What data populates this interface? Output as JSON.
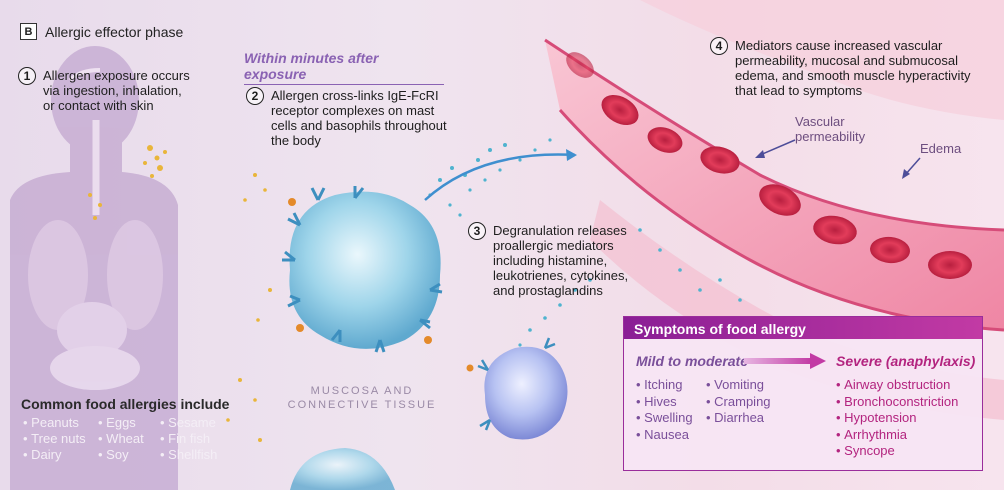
{
  "header": {
    "badge": "B",
    "title": "Allergic effector phase"
  },
  "within_minutes": "Within minutes after exposure",
  "steps": [
    {
      "num": "1",
      "lines": [
        "Allergen exposure occurs",
        "via ingestion, inhalation,",
        "or contact with skin"
      ]
    },
    {
      "num": "2",
      "lines": [
        "Allergen cross-links IgE-FcRI",
        "receptor complexes on mast",
        "cells and basophils throughout",
        "the body"
      ]
    },
    {
      "num": "3",
      "lines": [
        "Degranulation releases",
        "proallergic mediators",
        "including histamine,",
        "leukotrienes, cytokines,",
        "and prostaglandins"
      ]
    },
    {
      "num": "4",
      "lines": [
        "Mediators cause increased vascular",
        "permeability, mucosal and submucosal",
        "edema, and smooth muscle hyperactivity",
        "that lead to symptoms"
      ]
    }
  ],
  "tissue_label": [
    "MUSCOSA AND",
    "CONNECTIVE TISSUE"
  ],
  "vascular_label": [
    "Vascular",
    "permeability"
  ],
  "edema_label": "Edema",
  "food": {
    "title": "Common food allergies include",
    "items": [
      "Peanuts",
      "Eggs",
      "Sesame",
      "Tree nuts",
      "Wheat",
      "Fin fish",
      "Dairy",
      "Soy",
      "Shellfish"
    ]
  },
  "symptoms": {
    "title": "Symptoms of food allergy",
    "mild_heading": "Mild to moderate",
    "severe_heading": "Severe (anaphylaxis)",
    "mild_col1": [
      "Itching",
      "Hives",
      "Swelling",
      "Nausea"
    ],
    "mild_col2": [
      "Vomiting",
      "Cramping",
      "Diarrhea"
    ],
    "severe": [
      "Airway obstruction",
      "Bronchoconstriction",
      "Hypotension",
      "Arrhythmia",
      "Syncope"
    ]
  },
  "colors": {
    "accent_purple": "#8a62b3",
    "magenta": "#b3247f",
    "vessel": "#e0507e"
  }
}
